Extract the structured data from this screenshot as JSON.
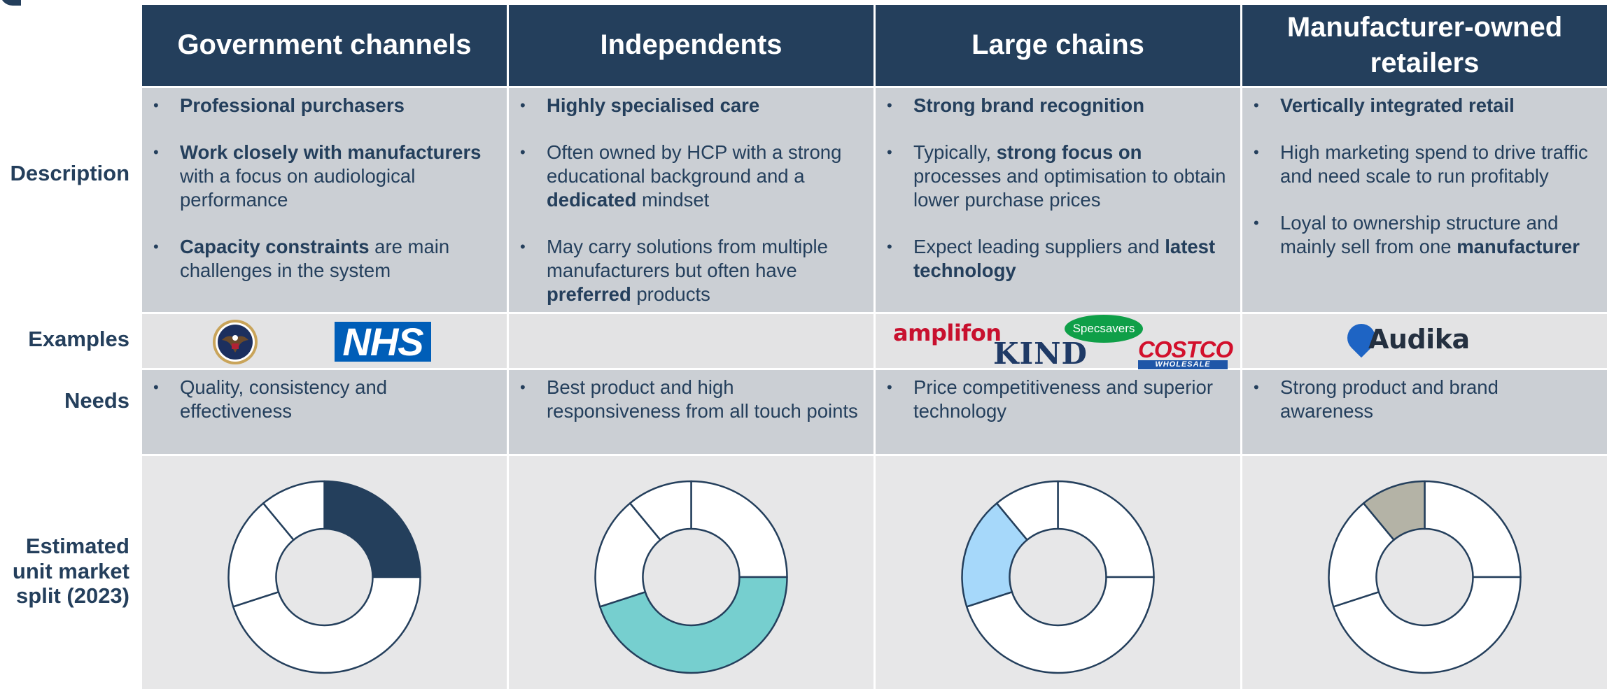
{
  "row_labels": {
    "description": "Description",
    "examples": "Examples",
    "needs": "Needs",
    "split_line1": "Estimated",
    "split_line2": "unit market",
    "split_line3": "split (2023)"
  },
  "columns": [
    {
      "header_line1": "Government channels",
      "header_line2": "",
      "description": [
        [
          {
            "t": "Professional purchasers",
            "b": true
          }
        ],
        [
          {
            "t": "Work closely with manufacturers",
            "b": true
          },
          {
            "t": " with a focus on audiological performance",
            "b": false
          }
        ],
        [
          {
            "t": "Capacity constraints",
            "b": true
          },
          {
            "t": " are main challenges in the system",
            "b": false
          }
        ]
      ],
      "needs": "Quality, consistency and effectiveness",
      "examples": {
        "nhs": "NHS"
      }
    },
    {
      "header_line1": "Independents",
      "header_line2": "",
      "description": [
        [
          {
            "t": "Highly specialised care",
            "b": true
          }
        ],
        [
          {
            "t": "Often owned by HCP with a strong educational background and a ",
            "b": false
          },
          {
            "t": "dedicated",
            "b": true
          },
          {
            "t": " mindset",
            "b": false
          }
        ],
        [
          {
            "t": "May carry solutions from multiple manufacturers but often have ",
            "b": false
          },
          {
            "t": "preferred",
            "b": true
          },
          {
            "t": " products",
            "b": false
          }
        ]
      ],
      "needs": "Best product and high responsiveness from all touch points",
      "examples": {}
    },
    {
      "header_line1": "Large chains",
      "header_line2": "",
      "description": [
        [
          {
            "t": "Strong brand recognition",
            "b": true
          }
        ],
        [
          {
            "t": "Typically, ",
            "b": false
          },
          {
            "t": "strong focus on",
            "b": true
          },
          {
            "t": " processes and optimisation to obtain lower purchase prices",
            "b": false
          }
        ],
        [
          {
            "t": "Expect leading suppliers and ",
            "b": false
          },
          {
            "t": "latest technology",
            "b": true
          }
        ]
      ],
      "needs": "Price competitiveness and superior technology",
      "examples": {
        "amplifon": "amplifon",
        "kind": "KIND",
        "specsavers": "Specsavers",
        "costco": "COSTCO",
        "costco_sub": "WHOLESALE"
      }
    },
    {
      "header_line1": "Manufacturer-owned",
      "header_line2": "retailers",
      "description": [
        [
          {
            "t": "Vertically integrated retail",
            "b": true
          }
        ],
        [
          {
            "t": "High marketing spend to drive traffic and need scale to run profitably",
            "b": false
          }
        ],
        [
          {
            "t": "Loyal to ownership structure and mainly sell from one ",
            "b": false
          },
          {
            "t": "manufacturer",
            "b": true
          }
        ]
      ],
      "needs": "Strong product and brand awareness",
      "examples": {
        "audika": "Audika"
      }
    }
  ],
  "chart_data": [
    {
      "type": "pie",
      "donut": true,
      "categories": [
        "Government channels",
        "Independents",
        "Large chains",
        "Manufacturer-owned retailers"
      ],
      "values": [
        25,
        45,
        19,
        11
      ],
      "highlight_index": 0,
      "highlight_color": "#243f5c"
    },
    {
      "type": "pie",
      "donut": true,
      "categories": [
        "Government channels",
        "Independents",
        "Large chains",
        "Manufacturer-owned retailers"
      ],
      "values": [
        25,
        45,
        19,
        11
      ],
      "highlight_index": 1,
      "highlight_color": "#76cfcf"
    },
    {
      "type": "pie",
      "donut": true,
      "categories": [
        "Government channels",
        "Independents",
        "Large chains",
        "Manufacturer-owned retailers"
      ],
      "values": [
        25,
        45,
        19,
        11
      ],
      "highlight_index": 2,
      "highlight_color": "#a6d8fa"
    },
    {
      "type": "pie",
      "donut": true,
      "categories": [
        "Government channels",
        "Independents",
        "Large chains",
        "Manufacturer-owned retailers"
      ],
      "values": [
        25,
        45,
        19,
        11
      ],
      "highlight_index": 3,
      "highlight_color": "#b4b3a6"
    }
  ],
  "colors": {
    "header_bg": "#243f5c",
    "cell_bg": "#cbcfd4",
    "chart_bg": "#e7e7e8",
    "stroke": "#243f5c"
  }
}
